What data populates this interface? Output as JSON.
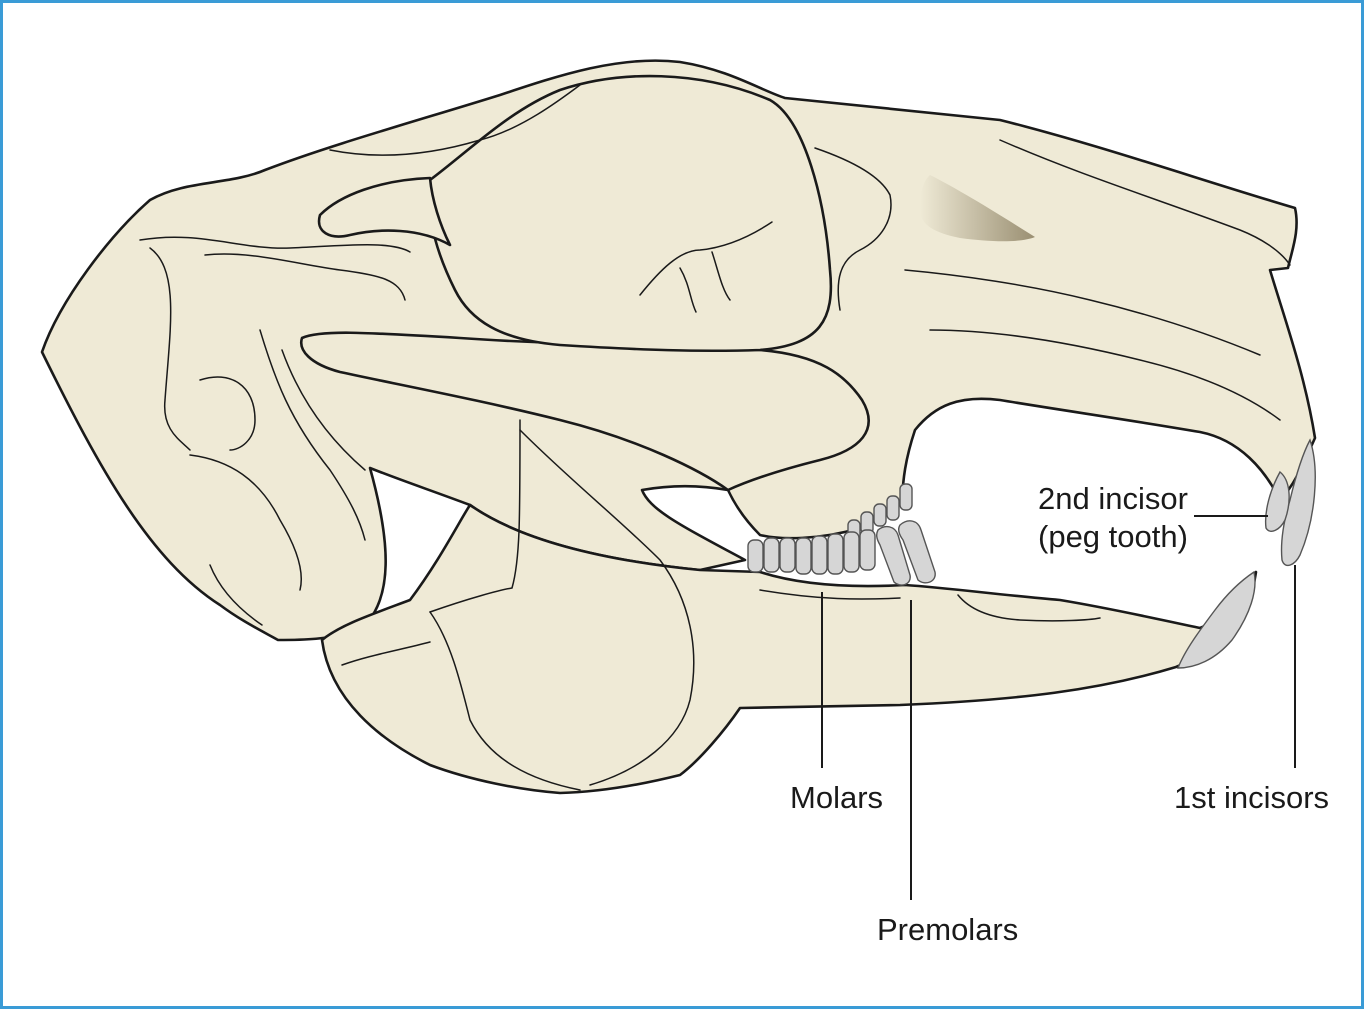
{
  "labels": {
    "second_incisor_line1": "2nd incisor",
    "second_incisor_line2": "(peg tooth)",
    "first_incisors": "1st incisors",
    "molars": "Molars",
    "premolars": "Premolars"
  },
  "colors": {
    "border": "#3a9bd6",
    "bone": "#efead6",
    "tooth": "#d6d6d6",
    "outline": "#1a1a1a",
    "nasal_shade": "#9a8f72"
  }
}
